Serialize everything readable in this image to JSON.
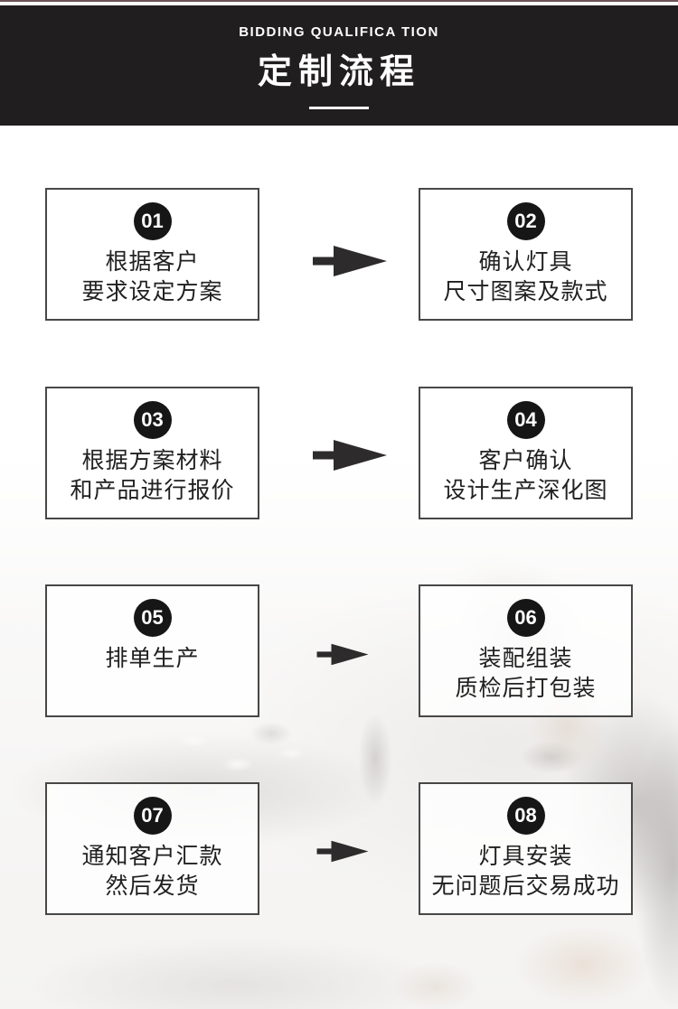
{
  "header": {
    "subtitle": "BIDDING QUALIFICA TION",
    "title": "定制流程"
  },
  "steps": [
    {
      "number": "01",
      "lines": [
        "根据客户",
        "要求设定方案"
      ]
    },
    {
      "number": "02",
      "lines": [
        "确认灯具",
        "尺寸图案及款式"
      ]
    },
    {
      "number": "03",
      "lines": [
        "根据方案材料",
        "和产品进行报价"
      ]
    },
    {
      "number": "04",
      "lines": [
        "客户确认",
        "设计生产深化图"
      ]
    },
    {
      "number": "05",
      "lines": [
        "排单生产"
      ]
    },
    {
      "number": "06",
      "lines": [
        "装配组装",
        "质检后打包装"
      ]
    },
    {
      "number": "07",
      "lines": [
        "通知客户汇款",
        "然后发货"
      ]
    },
    {
      "number": "08",
      "lines": [
        "灯具安装",
        "无问题后交易成功"
      ]
    }
  ],
  "colors": {
    "header_bg": "#211e1f",
    "header_text": "#ffffff",
    "box_border": "#474747",
    "badge_bg": "#161616",
    "badge_text": "#ffffff",
    "step_text": "#202020",
    "arrow": "#2d2b2b",
    "page_bg": "#ffffff"
  }
}
